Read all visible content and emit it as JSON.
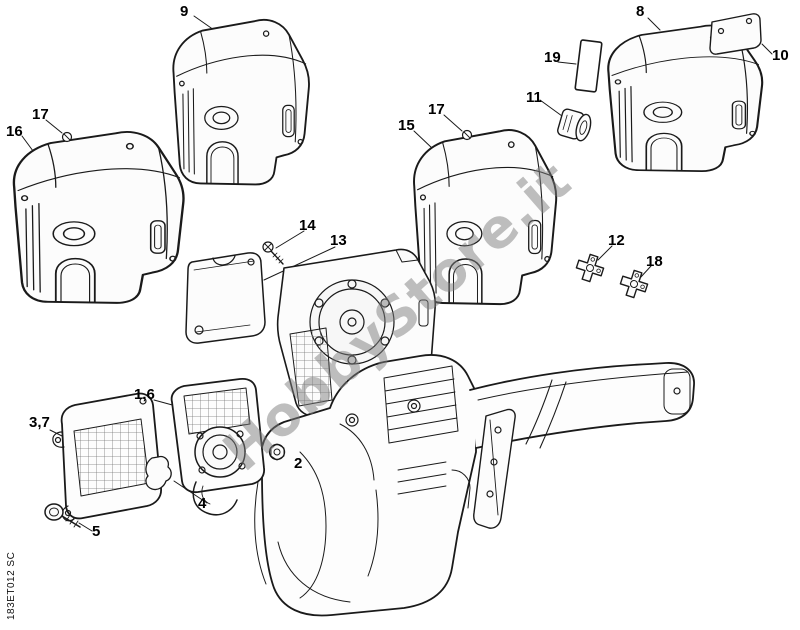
{
  "page": {
    "watermark": "HobbyStore.it",
    "doc_code": "183ET012 SC"
  },
  "labels": [
    {
      "text": "9"
    },
    {
      "text": "8"
    },
    {
      "text": "10"
    },
    {
      "text": "19"
    },
    {
      "text": "11"
    },
    {
      "text": "17"
    },
    {
      "text": "16"
    },
    {
      "text": "17"
    },
    {
      "text": "15"
    },
    {
      "text": "14"
    },
    {
      "text": "13"
    },
    {
      "text": "12"
    },
    {
      "text": "18"
    },
    {
      "text": "1,6"
    },
    {
      "text": "3,7"
    },
    {
      "text": "2"
    },
    {
      "text": "4"
    },
    {
      "text": "5"
    }
  ]
}
